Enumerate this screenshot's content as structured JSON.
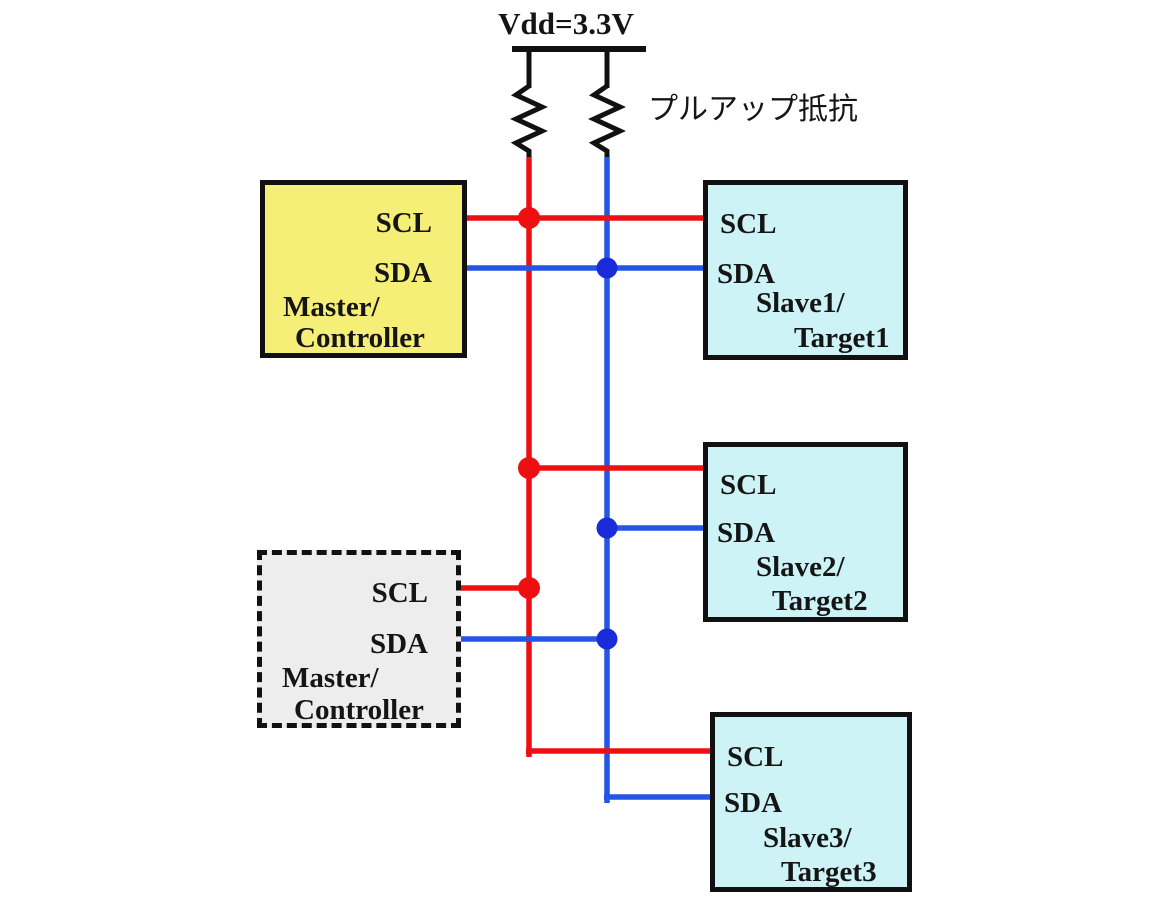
{
  "diagram": {
    "power_label": "Vdd=3.3V",
    "pullup_label": "プルアップ抵抗",
    "colors": {
      "scl_wire": "#ee0f12",
      "sda_wire": "#2455e4",
      "sda_dot": "#1a2bd9",
      "rail_black": "#111111",
      "master_fill": "#f5ee77",
      "master2_fill": "#ededed",
      "slave_fill": "#cef3f7"
    },
    "boxes": {
      "master1": {
        "scl": "SCL",
        "sda": "SDA",
        "name1": "Master/",
        "name2": "Controller"
      },
      "slave1": {
        "scl": "SCL",
        "sda": "SDA",
        "name1": "Slave1/",
        "name2": "Target1"
      },
      "slave2": {
        "scl": "SCL",
        "sda": "SDA",
        "name1": "Slave2/",
        "name2": "Target2"
      },
      "master2": {
        "scl": "SCL",
        "sda": "SDA",
        "name1": "Master/",
        "name2": "Controller"
      },
      "slave3": {
        "scl": "SCL",
        "sda": "SDA",
        "name1": "Slave3/",
        "name2": "Target3"
      }
    }
  }
}
